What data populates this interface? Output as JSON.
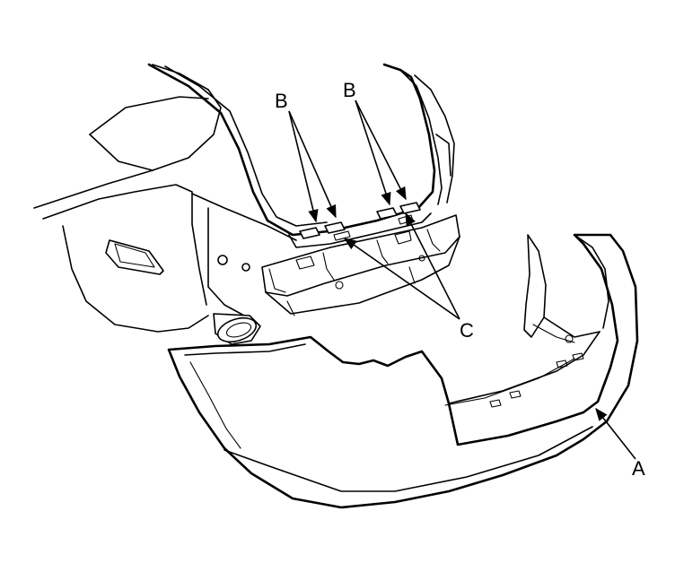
{
  "labels": {
    "A": "A",
    "B_left": "B",
    "B_right": "B",
    "C": "C"
  }
}
